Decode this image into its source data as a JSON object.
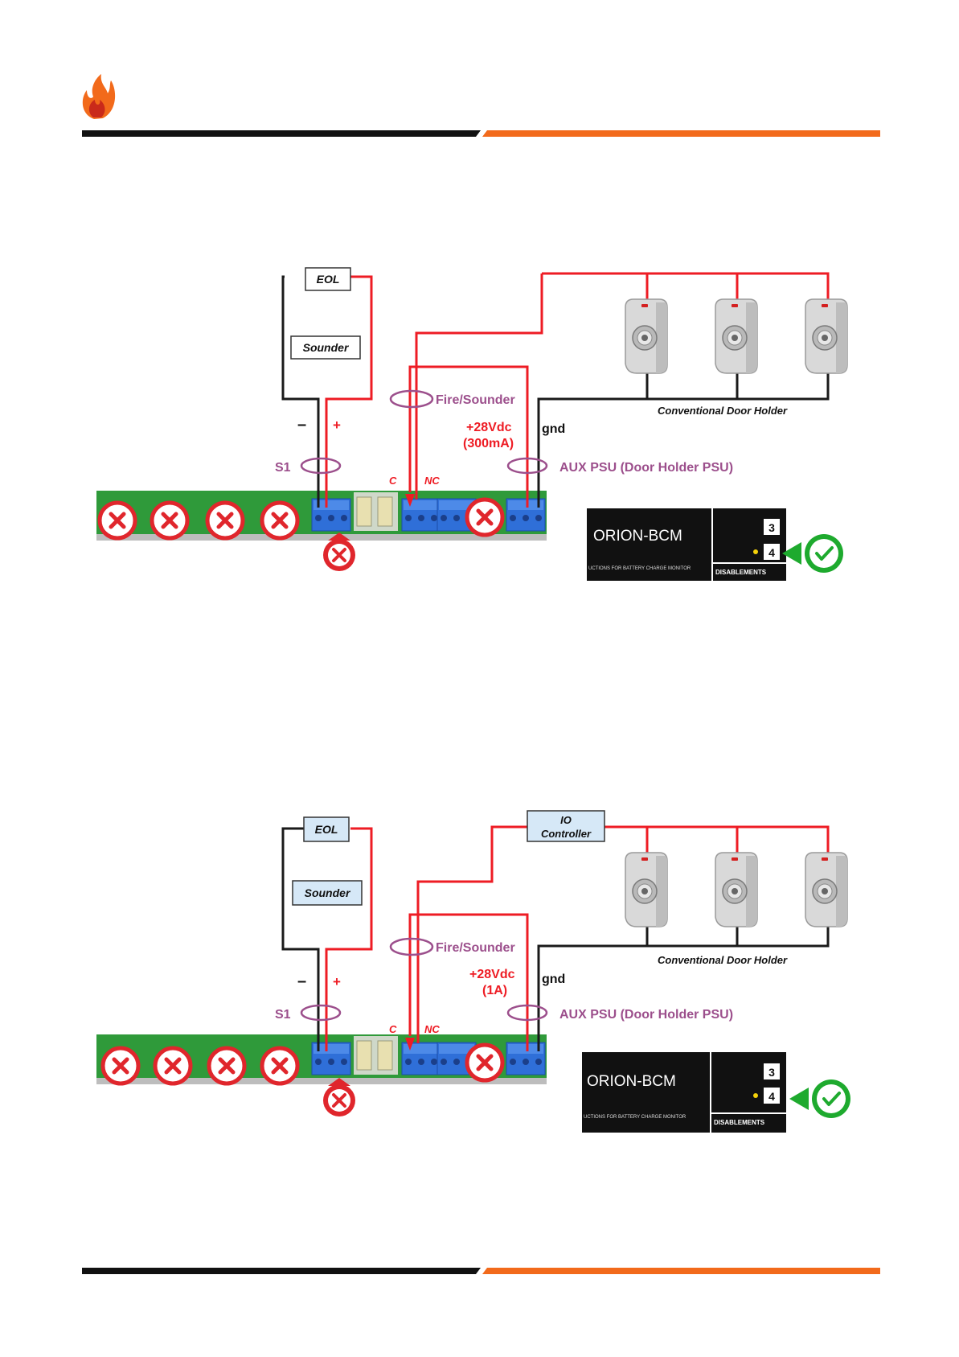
{
  "colors": {
    "wire_red": "#ee1c24",
    "wire_black": "#1a1a1a",
    "accent_orange": "#f26a1b",
    "label_purple": "#9c4f8c",
    "board_green": "#2f9a3a",
    "terminal_blue": "#2f6fd8",
    "check_green": "#1eaa2e",
    "cross_red": "#e0262c",
    "box_fill_blue": "#d6e8f7"
  },
  "diagram1": {
    "eol": "EOL",
    "sounder": "Sounder",
    "minus": "–",
    "plus": "+",
    "s1": "S1",
    "fire_sounder": "Fire/Sounder",
    "c": "C",
    "nc": "NC",
    "voltage": "+28Vdc",
    "current": "(300mA)",
    "gnd": "gnd",
    "aux_psu": "AUX PSU (Door Holder PSU)",
    "door_holder": "Conventional Door Holder",
    "panel_title": "ORION-BCM",
    "panel_num_3": "3",
    "panel_num_4": "4",
    "panel_disablements": "DISABLEMENTS",
    "panel_subtitle": "UCTIONS FOR BATTERY CHARGE MONITOR"
  },
  "diagram2": {
    "eol": "EOL",
    "sounder": "Sounder",
    "io_line1": "IO",
    "io_line2": "Controller",
    "minus": "–",
    "plus": "+",
    "s1": "S1",
    "fire_sounder": "Fire/Sounder",
    "c": "C",
    "nc": "NC",
    "voltage": "+28Vdc",
    "current": "(1A)",
    "gnd": "gnd",
    "aux_psu": "AUX PSU (Door Holder PSU)",
    "door_holder": "Conventional Door Holder",
    "panel_title": "ORION-BCM",
    "panel_num_3": "3",
    "panel_num_4": "4",
    "panel_disablements": "DISABLEMENTS",
    "panel_subtitle": "UCTIONS FOR BATTERY CHARGE MONITOR"
  },
  "icons": {
    "logo": "flame-logo-icon",
    "cross": "cross-circle-icon",
    "check": "check-circle-icon",
    "door_holder": "door-holder-icon"
  }
}
